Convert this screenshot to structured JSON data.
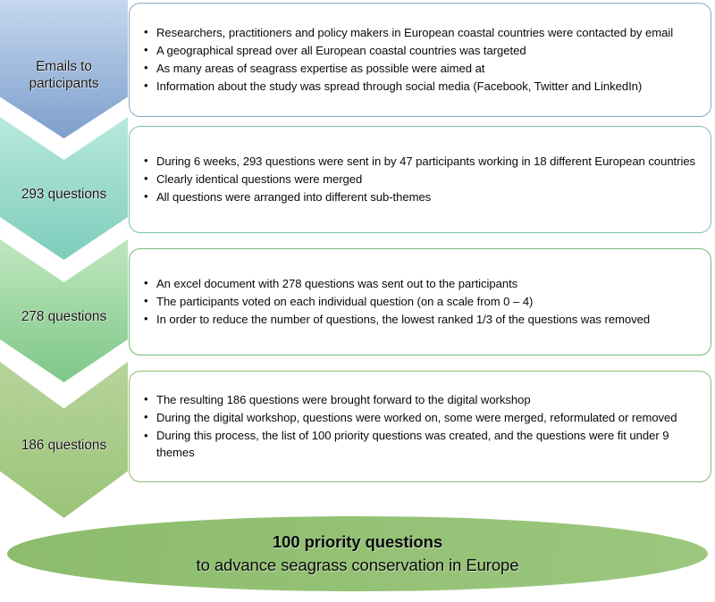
{
  "diagram": {
    "title": "Seagrass priority questions process flowchart",
    "type": "vertical-process-flow",
    "background_color": "#ffffff",
    "stages": [
      {
        "id": "emails",
        "label": "Emails to\nparticipants",
        "chevron_color_top": "#c5d7ee",
        "chevron_color_bottom": "#7d9fcc",
        "box_border_color": "#8aa6c4",
        "bullets": [
          "Researchers, practitioners and policy makers in European coastal countries were contacted by email",
          "A geographical spread over all European coastal countries was targeted",
          "As many areas of seagrass expertise as possible were aimed at",
          "Information about the study was spread through social media (Facebook, Twitter and LinkedIn)"
        ]
      },
      {
        "id": "questions-293",
        "label": "293 questions",
        "chevron_color_top": "#b8e8dd",
        "chevron_color_bottom": "#7ecdbb",
        "box_border_color": "#7bc0b3",
        "bullets": [
          "During 6 weeks, 293 questions were sent in by 47 participants working in 18 different European countries",
          "Clearly identical questions were merged",
          "All questions were arranged into different sub-themes"
        ]
      },
      {
        "id": "questions-278",
        "label": "278 questions",
        "chevron_color_top": "#bfe6bf",
        "chevron_color_bottom": "#7ec888",
        "box_border_color": "#74ba79",
        "bullets": [
          "An excel document with 278 questions was sent out to the participants",
          "The participants voted on each individual question (on a scale from 0 – 4)",
          "In order to reduce the number of questions, the lowest ranked 1/3 of the questions was removed"
        ]
      },
      {
        "id": "questions-186",
        "label": "186 questions",
        "chevron_color_top": "#b6d49a",
        "chevron_color_bottom": "#9ac478",
        "box_border_color": "#8fbb72",
        "bullets": [
          "The resulting 186 questions were brought forward to the digital workshop",
          "During the digital workshop, questions were worked on, some were merged, reformulated or removed",
          "During this process, the list of 100 priority questions was created, and the questions were fit under 9 themes"
        ]
      }
    ],
    "outcome": {
      "id": "outcome-ellipse",
      "line1": "100 priority questions",
      "line2": "to advance seagrass conservation in Europe",
      "fill_color_left": "#8cbc6c",
      "fill_color_right": "#9cc77e"
    }
  }
}
